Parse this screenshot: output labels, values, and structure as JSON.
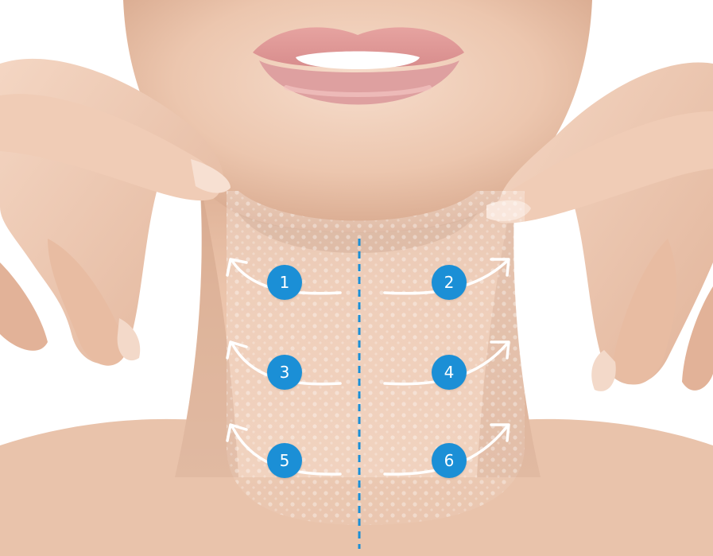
{
  "colors": {
    "badge": "#1b8fd6",
    "guide_line": "#1b8fd6",
    "arrow": "#ffffff",
    "skin_light": "#f1d3be",
    "skin_mid": "#e2b89d",
    "skin_shadow": "#c99a80",
    "lips": "#d98f8f",
    "background": "#ffffff"
  },
  "steps": [
    {
      "label": "1",
      "direction": "left"
    },
    {
      "label": "2",
      "direction": "right"
    },
    {
      "label": "3",
      "direction": "left"
    },
    {
      "label": "4",
      "direction": "right"
    },
    {
      "label": "5",
      "direction": "left"
    },
    {
      "label": "6",
      "direction": "right"
    }
  ],
  "icons": {
    "arrow": "curved-arrow-icon",
    "center_line": "dashed-center-line"
  }
}
